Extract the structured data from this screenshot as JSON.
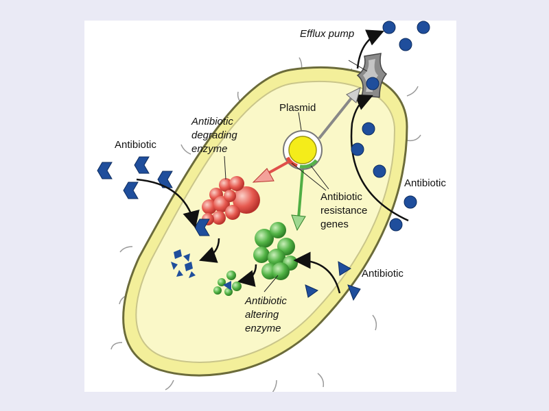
{
  "labels": {
    "efflux_pump": "Efflux pump",
    "plasmid": "Plasmid",
    "degrading_enzyme": [
      "Antibiotic",
      "degrading",
      "enzyme"
    ],
    "antibiotic_left": "Antibiotic",
    "antibiotic_right": "Antibiotic",
    "antibiotic_bottom": "Antibiotic",
    "resistance_genes": [
      "Antibiotic",
      "resistance",
      "genes"
    ],
    "altering_enzyme": [
      "Antibiotic",
      "altering",
      "enzyme"
    ]
  },
  "colors": {
    "background": "#eaeaf5",
    "cell_fill": "#f3ef9a",
    "cell_inner": "#faf8c8",
    "antibiotic_blue": "#1f4e9c",
    "degrading_red": "#e0504a",
    "altering_green": "#4fae44",
    "plasmid_yellow": "#f4ec1a"
  },
  "icons": [
    "efflux-pump-icon",
    "plasmid-icon",
    "antibiotic-hexagon-icon",
    "antibiotic-circle-icon",
    "antibiotic-triangle-icon"
  ]
}
